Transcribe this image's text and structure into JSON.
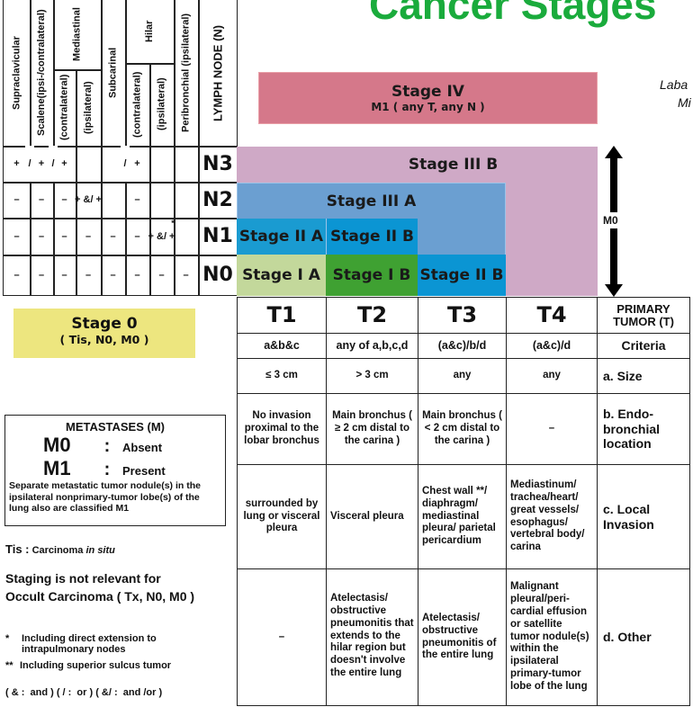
{
  "title": "Cancer Stages",
  "side_text": [
    "Laba",
    "Mi"
  ],
  "lymph_table": {
    "title": "LYMPH NODE (N)",
    "groups": {
      "mediastinal": "Mediastinal",
      "hilar": "Hilar"
    },
    "columns": [
      "Supraclavicular",
      "Scalene(ipsi-/contralateral)",
      "(contralateral)",
      "(ipsilateral)",
      "Subcarinal",
      "(contralateral)",
      "(ipsilateral)",
      "Peribronchial (ipsilateral)"
    ],
    "rows": [
      {
        "label": "N3",
        "cells": [
          "+",
          "+",
          "+",
          "",
          "",
          "+",
          "",
          ""
        ],
        "separators": [
          "/",
          "/",
          "/"
        ]
      },
      {
        "label": "N2",
        "cells": [
          "–",
          "–",
          "–",
          "+ &/ +",
          "",
          "–",
          "",
          ""
        ]
      },
      {
        "label": "N1",
        "cells": [
          "–",
          "–",
          "–",
          "–",
          "–",
          "–",
          "+ &/ +",
          ""
        ],
        "mark": "*"
      },
      {
        "label": "N0",
        "cells": [
          "–",
          "–",
          "–",
          "–",
          "–",
          "–",
          "–",
          "–"
        ]
      }
    ]
  },
  "stages": {
    "iv": {
      "label": "Stage IV",
      "sub": "M1 ( any T, any N )",
      "color": "#d5788a"
    },
    "iiib": {
      "label": "Stage III B",
      "color": "#cfa9c6"
    },
    "iiia": {
      "label": "Stage III A",
      "color": "#6b9fd1"
    },
    "iia": {
      "label": "Stage II A",
      "color": "#1a9bd1"
    },
    "iib_n1": {
      "label": "Stage II B",
      "color": "#0b95d3"
    },
    "ia": {
      "label": "Stage I A",
      "color": "#c3d89b"
    },
    "ib": {
      "label": "Stage I B",
      "color": "#3fa132"
    },
    "iib_n0": {
      "label": "Stage II B",
      "color": "#0b95d3"
    },
    "m0_arrow": "M0"
  },
  "stage0": {
    "label": "Stage 0",
    "sub": "( Tis, N0, M0 )",
    "color": "#ede67f"
  },
  "metastases": {
    "title": "METASTASES (M)",
    "m0": "M0",
    "m0_text": "Absent",
    "m1": "M1",
    "m1_text": "Present",
    "note": "Separate metastatic tumor nodule(s) in the ipsilateral nonprimary-tumor lobe(s) of the lung also are classified M1",
    "colon": ":"
  },
  "tis": {
    "label": "Tis :",
    "text": "Carcinoma",
    "italic": "in situ"
  },
  "staging_note": [
    "Staging is not relevant for",
    "Occult Carcinoma ( Tx, N0, M0 )"
  ],
  "footnotes": [
    {
      "mark": "*",
      "text": "Including direct extension to intrapulmonary nodes"
    },
    {
      "mark": "**",
      "text": "Including superior sulcus tumor"
    }
  ],
  "legend": "( & :  and ) ( / :  or ) ( &/ :  and /or )",
  "tumor_table": {
    "headers": [
      "T1",
      "T2",
      "T3",
      "T4",
      "PRIMARY TUMOR (T)"
    ],
    "rows": [
      [
        "a&b&c",
        "any of a,b,c,d",
        "(a&c)/b/d",
        "(a&c)/d",
        "Criteria"
      ],
      [
        "≤ 3 cm",
        "> 3 cm",
        "any",
        "any",
        "a. Size"
      ],
      [
        "No invasion proximal to the lobar bronchus",
        "Main bronchus ( ≥ 2 cm distal to the carina )",
        "Main bronchus ( < 2 cm distal to the carina )",
        "–",
        "b. Endo-bronchial location"
      ],
      [
        "surrounded by lung or visceral pleura",
        "Visceral pleura",
        "Chest wall **/ diaphragm/ mediastinal pleura/ parietal pericardium",
        "Mediastinum/ trachea/heart/ great vessels/ esophagus/ vertebral body/ carina",
        "c. Local Invasion"
      ],
      [
        "–",
        "Atelectasis/ obstructive pneumonitis that extends to the hilar region but doesn't involve the entire lung",
        "Atelectasis/ obstructive pneumonitis of the entire lung",
        "Malignant pleural/peri-cardial effusion or satellite tumor nodule(s) within the ipsilateral primary-tumor lobe of the lung",
        "d. Other"
      ]
    ]
  }
}
